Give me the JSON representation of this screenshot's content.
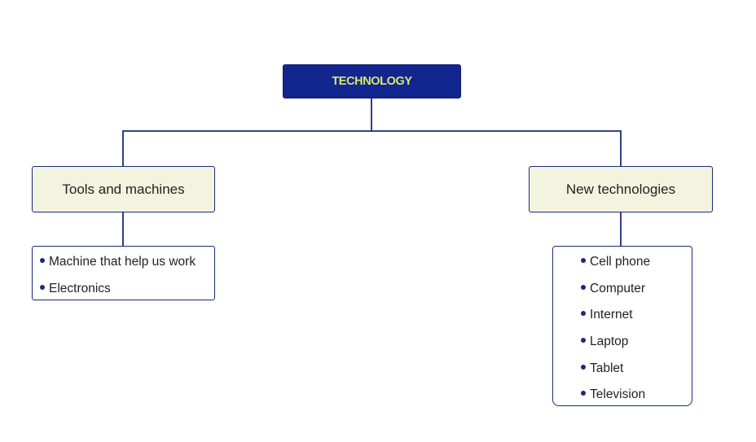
{
  "diagram": {
    "root": {
      "label": "TECHNOLOGY"
    },
    "branches": [
      {
        "label": "Tools and machines",
        "items": [
          "Machine that help us work",
          "Electronics"
        ]
      },
      {
        "label": "New technologies",
        "items": [
          "Cell phone",
          "Computer",
          "Internet",
          "Laptop",
          "Tablet",
          "Television"
        ]
      }
    ]
  },
  "colors": {
    "root_fill": "#13268f",
    "root_text": "#d8e86a",
    "branch_fill": "#f3f4df",
    "line": "#1b2a78"
  }
}
